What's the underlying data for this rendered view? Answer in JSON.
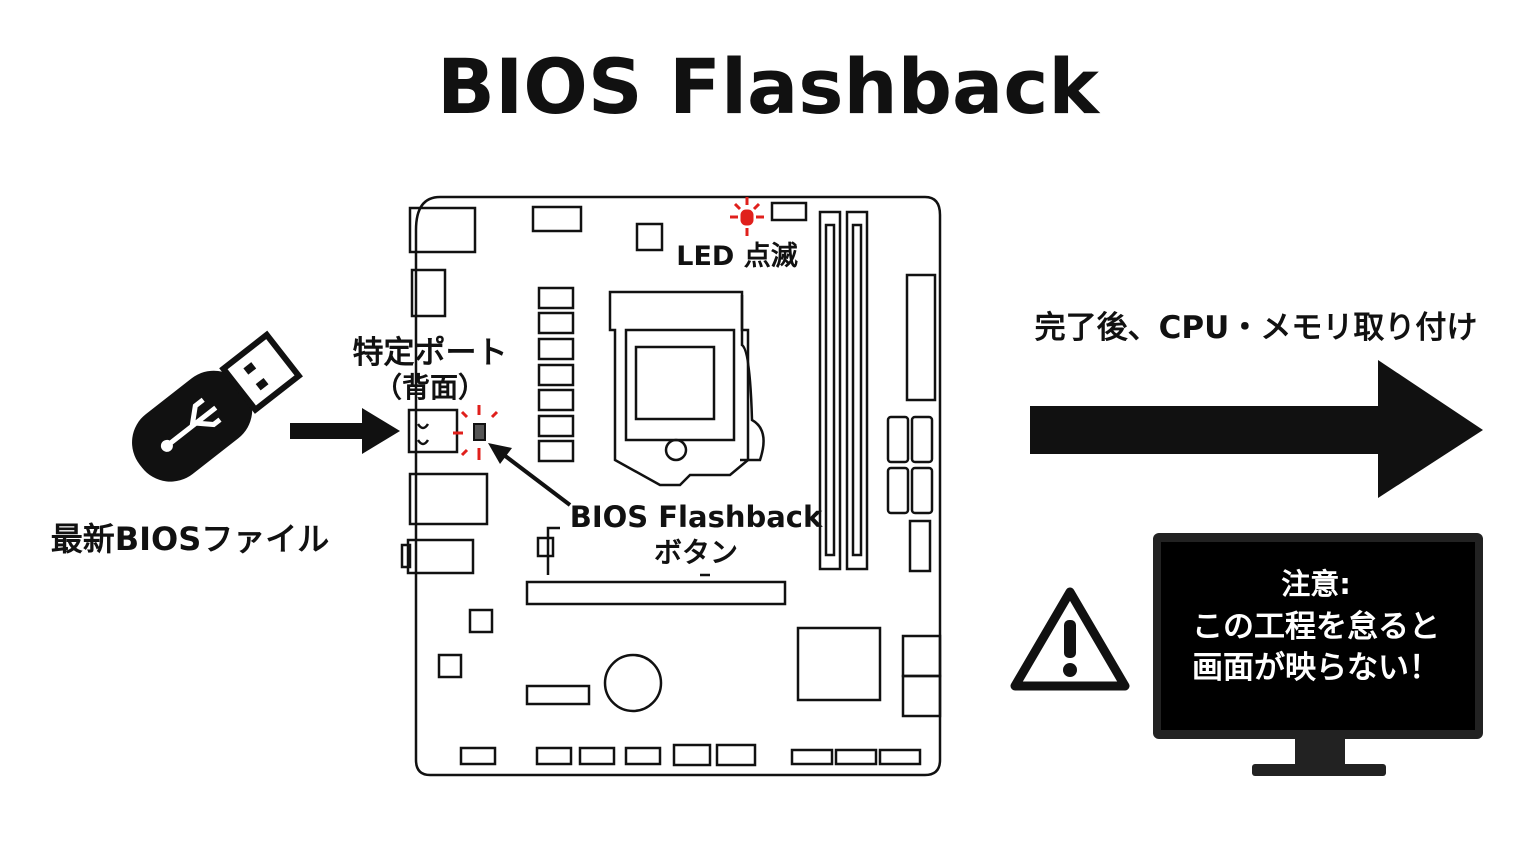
{
  "title": "BIOS Flashback",
  "usb_label": "最新BIOSファイル",
  "port_label_line1": "特定ポート",
  "port_label_line2": "（背面）",
  "led_label": "LED 点滅",
  "button_label_line1": "BIOS Flashback",
  "button_label_line2": "ボタン",
  "after_label": "完了後、CPU・メモリ取り付け",
  "warning": {
    "line1": "注意:",
    "line2": "この工程を怠ると",
    "line3": "画面が映らない！"
  },
  "colors": {
    "accent_red": "#e0201c",
    "ink": "#111111"
  },
  "icons": [
    "usb-drive-icon",
    "arrow-right-icon",
    "motherboard-icon",
    "warning-triangle-icon",
    "monitor-icon"
  ]
}
